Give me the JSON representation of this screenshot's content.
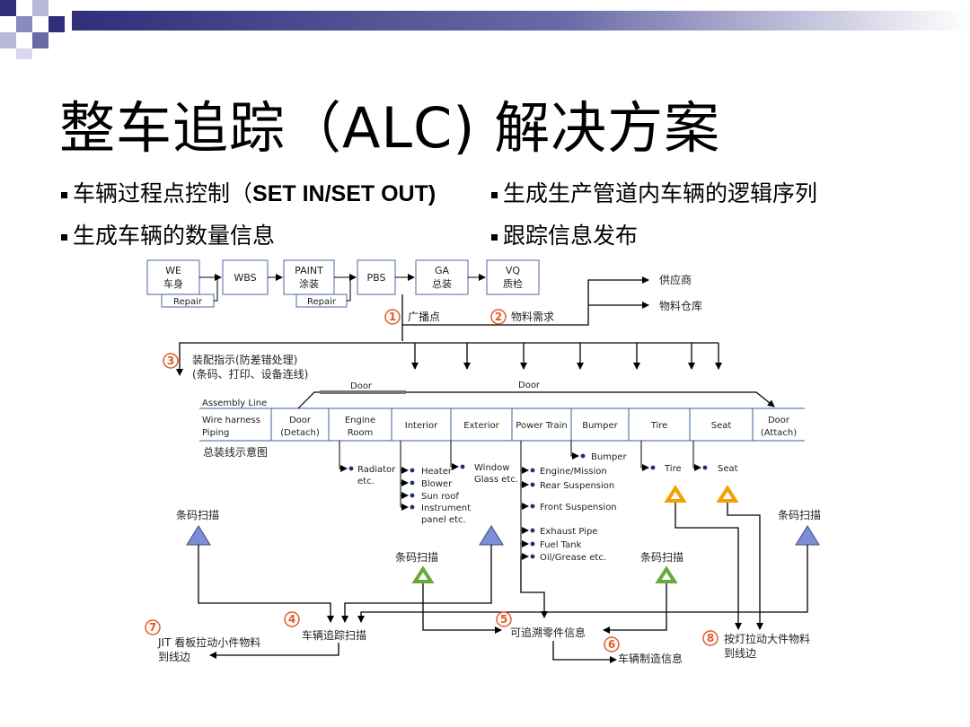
{
  "title": "整车追踪（ALC) 解决方案",
  "bullets": [
    {
      "text_zh": "车辆过程点控制（",
      "text_en": "SET IN/SET OUT)"
    },
    {
      "text": "生成生产管道内车辆的逻辑序列"
    },
    {
      "text": "生成车辆的数量信息"
    },
    {
      "text": "跟踪信息发布"
    }
  ],
  "process": {
    "we": [
      "WE",
      "车身"
    ],
    "wbs": "WBS",
    "paint": [
      "PAINT",
      "涂装"
    ],
    "pbs": "PBS",
    "ga": [
      "GA",
      "总装"
    ],
    "vq": [
      "VQ",
      "质检"
    ],
    "repair1": "Repair",
    "repair2": "Repair"
  },
  "outputs": {
    "supplier": "供应商",
    "warehouse": "物料仓库"
  },
  "steps": {
    "s1": {
      "num": "1",
      "label": "广播点"
    },
    "s2": {
      "num": "2",
      "label": "物料需求"
    },
    "s3": {
      "num": "3",
      "line1": "装配指示(防差错处理)",
      "line2": "(条码、打印、设备连线)"
    },
    "s4": {
      "num": "4",
      "label": "车辆追踪扫描"
    },
    "s5": {
      "num": "5",
      "label": "可追溯零件信息"
    },
    "s6": {
      "num": "6",
      "label": "车辆制造信息"
    },
    "s7": {
      "num": "7",
      "line1": "JIT 看板拉动小件物料",
      "line2": "到线边"
    },
    "s8": {
      "num": "8",
      "line1": "按灯拉动大件物料",
      "line2": "到线边"
    }
  },
  "assembly": {
    "title": "Assembly Line",
    "door_label_left": "Door",
    "door_label_right": "Door",
    "caption": "总装线示意图",
    "stations": [
      [
        "Wire harness",
        "Piping"
      ],
      [
        "Door",
        "(Detach)"
      ],
      [
        "Engine",
        "Room"
      ],
      [
        "Interior"
      ],
      [
        "Exterior"
      ],
      [
        "Power Train"
      ],
      [
        "Bumper"
      ],
      [
        "Tire"
      ],
      [
        "Seat"
      ],
      [
        "Door",
        "(Attach)"
      ]
    ]
  },
  "parts": {
    "engine_room": [
      "Radiator",
      "etc."
    ],
    "interior": [
      "Heater",
      "Blower",
      "Sun roof",
      "Instrument",
      "panel etc."
    ],
    "exterior": [
      "Window",
      "Glass etc."
    ],
    "power_train": [
      "Engine/Mission",
      "Rear Suspension",
      "Front Suspension",
      "Exhaust Pipe",
      "Fuel Tank",
      "Oil/Grease etc."
    ],
    "bumper": "Bumper",
    "tire": "Tire",
    "seat": "Seat"
  },
  "scanner_label": "条码扫描",
  "colors": {
    "accent_dark": "#2f2f7a",
    "triangle_blue": "#7b8ed6",
    "triangle_green": "#8bc34a",
    "triangle_orange": "#f2a100",
    "step_circle": "#e05a28",
    "box_border": "#6b7fb0"
  }
}
